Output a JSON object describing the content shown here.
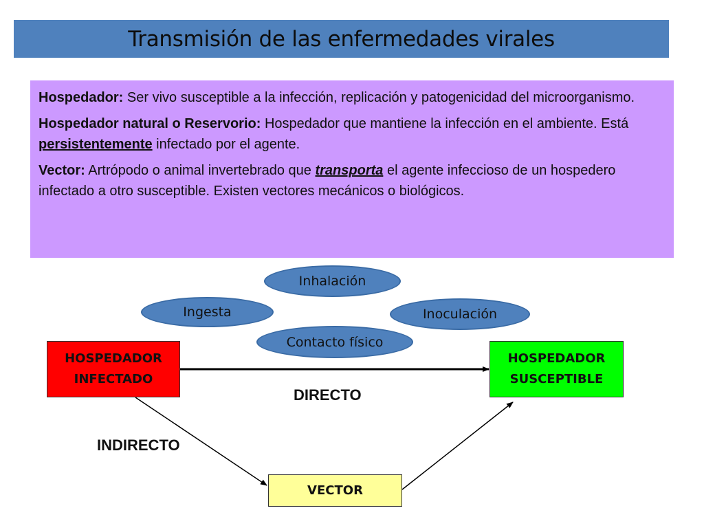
{
  "title": "Transmisión de las enfermedades virales",
  "definitions": [
    {
      "term": "Hospedador:",
      "text": " Ser vivo susceptible a la infección, replicación y patogenicidad del microorganismo."
    },
    {
      "term": "Hospedador natural o Reservorio:",
      "text_before": " Hospedador que mantiene la infección en el ambiente. Está ",
      "emphasis": "persistentemente",
      "text_after": " infectado por el agente."
    },
    {
      "term": "Vector:",
      "text_before": " Artrópodo o animal invertebrado que ",
      "emphasis": "transporta",
      "text_after": " el agente infeccioso de un hospedero infectado a otro susceptible. Existen vectores mecánicos o biológicos."
    }
  ],
  "routes": {
    "inhalacion": "Inhalación",
    "ingesta": "Ingesta",
    "inoculacion": "Inoculación",
    "contacto": "Contacto físico"
  },
  "boxes": {
    "infectado_line1": "HOSPEDADOR",
    "infectado_line2": "INFECTADO",
    "susceptible_line1": "HOSPEDADOR",
    "susceptible_line2": "SUSCEPTIBLE",
    "vector": "VECTOR"
  },
  "labels": {
    "directo": "DIRECTO",
    "indirecto": "INDIRECTO"
  },
  "colors": {
    "title_bar": "#4f81bd",
    "definitions_bg": "#cc99ff",
    "oval": "#4f81bd",
    "infectado": "#ff0000",
    "susceptible": "#00ff00",
    "vector": "#ffff99"
  }
}
